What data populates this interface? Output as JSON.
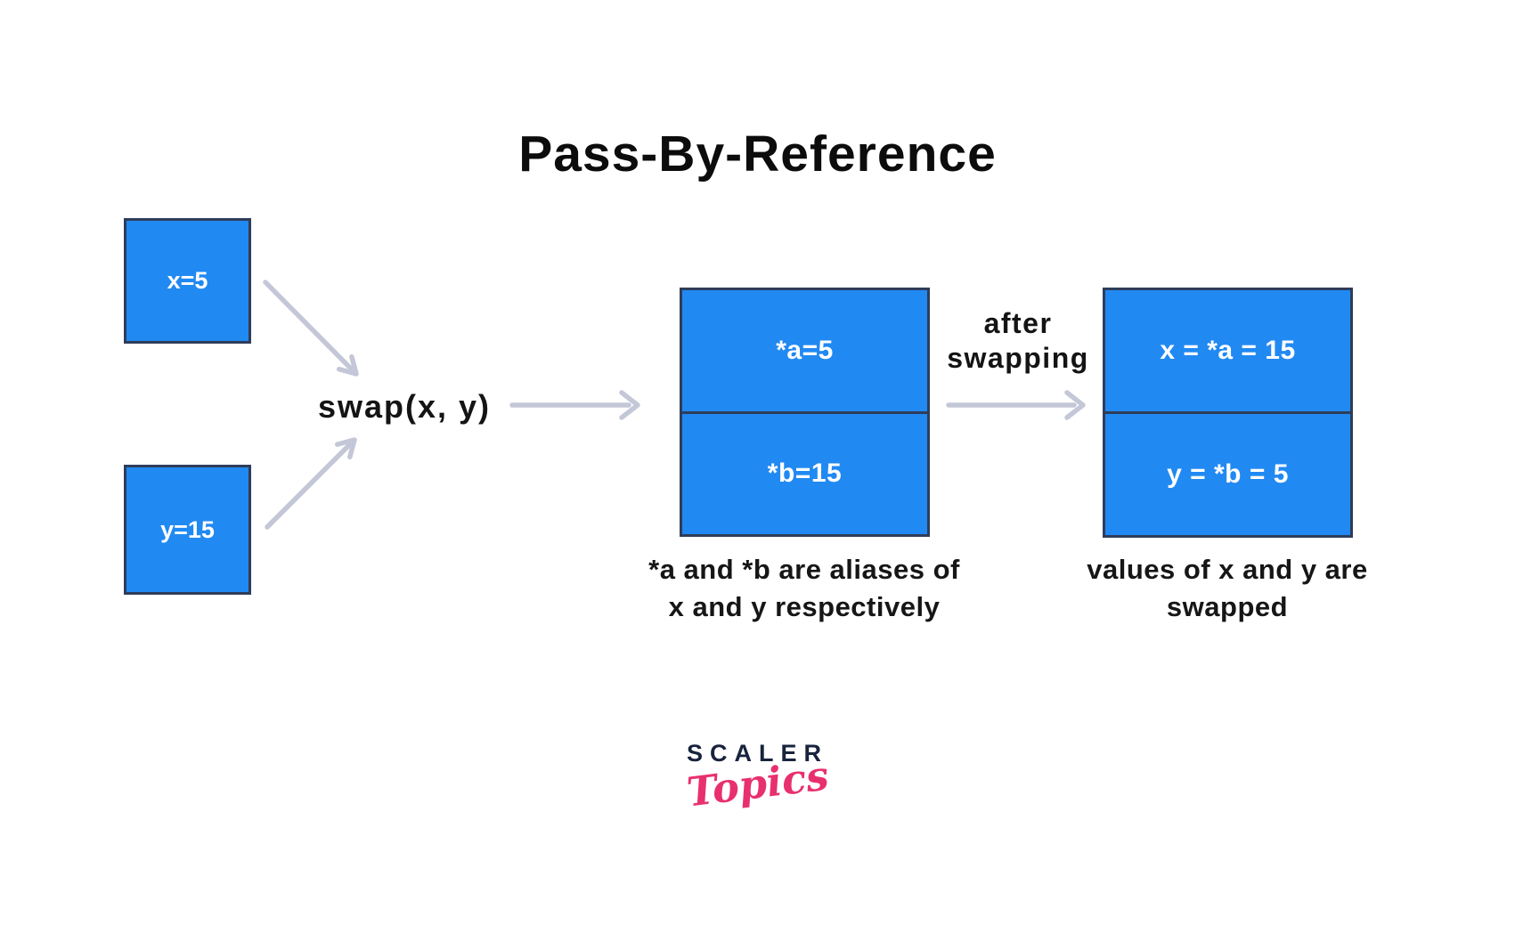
{
  "title": "Pass-By-Reference",
  "colors": {
    "box_fill": "#2189f2",
    "box_border": "#2e3d59",
    "arrow": "#c3c7d7",
    "logo_navy": "#18233d",
    "logo_pink": "#e8306f"
  },
  "left_boxes": [
    {
      "label": "x=5"
    },
    {
      "label": "y=15"
    }
  ],
  "swap_label": "swap(x, y)",
  "after_swapping": {
    "line1": "after",
    "line2": "swapping"
  },
  "middle_box": {
    "cells": [
      {
        "label": "*a=5"
      },
      {
        "label": "*b=15"
      }
    ],
    "caption_line1": "*a and *b are aliases of",
    "caption_line2": "x and y respectively"
  },
  "right_box": {
    "cells": [
      {
        "label": "x = *a = 15"
      },
      {
        "label": "y = *b = 5"
      }
    ],
    "caption_line1": "values of x and y are",
    "caption_line2": "swapped"
  },
  "logo": {
    "brand": "SCALER",
    "sub": "Topics"
  }
}
